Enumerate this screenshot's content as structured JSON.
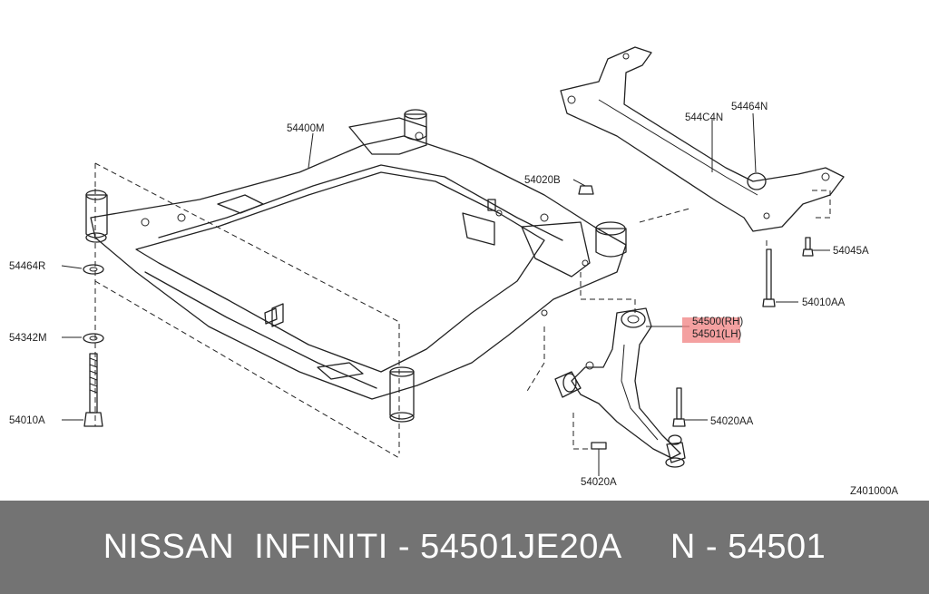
{
  "diagram": {
    "labels": {
      "p54400M": "54400M",
      "p54464N": "54464N",
      "p544C4N": "544C4N",
      "p54020B": "54020B",
      "p54045A": "54045A",
      "p54464R": "54464R",
      "p54342M": "54342M",
      "p54010A": "54010A",
      "p54010AA": "54010AA",
      "p54500RH": "54500(RH)",
      "p54501LH": "54501(LH)",
      "p54020AA": "54020AA",
      "p54020A": "54020A",
      "ref": "Z401000A"
    },
    "highlight_color": "#f08080"
  },
  "footer": {
    "text": "NISSAN  INFINITI - 54501JE20A     N - 54501",
    "background": "#737373"
  }
}
